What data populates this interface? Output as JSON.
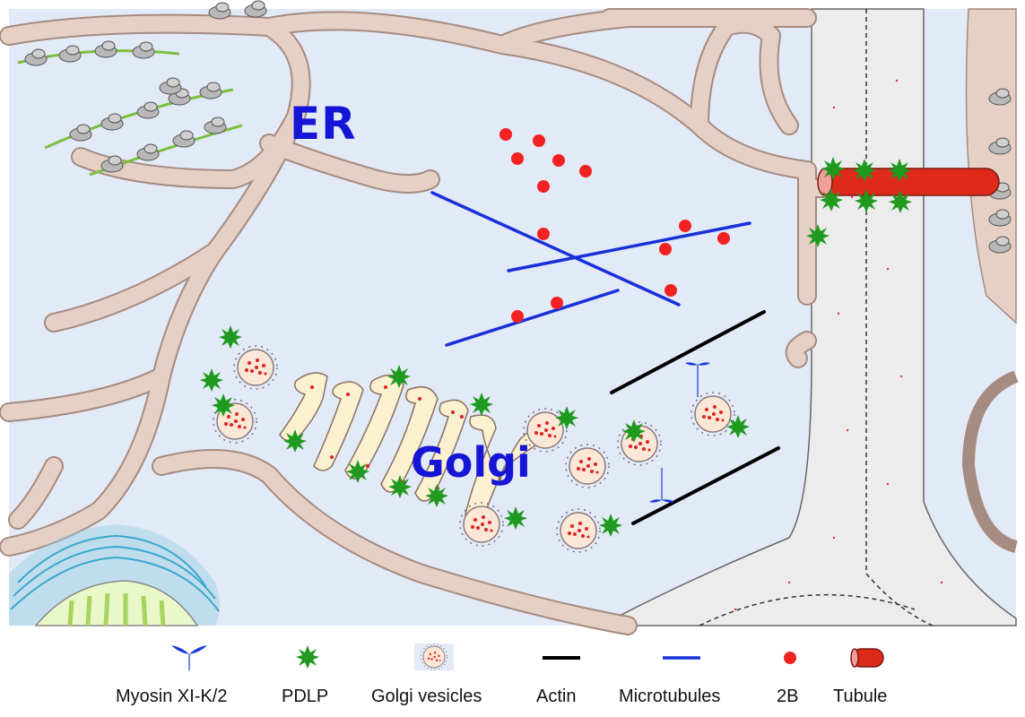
{
  "labels": {
    "er": "ER",
    "golgi": "Golgi"
  },
  "legend": [
    {
      "key": "myosin",
      "label": "Myosin XI-K/2",
      "icon": "myosin-icon"
    },
    {
      "key": "pdlp",
      "label": "PDLP",
      "icon": "star-icon"
    },
    {
      "key": "vesicle",
      "label": "Golgi vesicles",
      "icon": "golgi-vesicle-icon"
    },
    {
      "key": "actin",
      "label": "Actin",
      "icon": "black-line-icon"
    },
    {
      "key": "microtubule",
      "label": "Microtubules",
      "icon": "blue-line-icon"
    },
    {
      "key": "twoB",
      "label": "2B",
      "icon": "red-dot-icon"
    },
    {
      "key": "tubule",
      "label": "Tubule",
      "icon": "red-cylinder-icon"
    }
  ],
  "colors": {
    "cytoplasm": "#e2e9f7",
    "er_membrane": "#e6cfc4",
    "er_outline": "#a58b80",
    "cell_wall": "#eeeeee",
    "golgi_fill": "#fbf0cf",
    "pdlp": "#1f9a1f",
    "twoB": "#f22222",
    "actin": "#000000",
    "microtubule": "#1730d8",
    "tubule": "#dd2a1a",
    "chloroplast": "#eaf7c8"
  }
}
